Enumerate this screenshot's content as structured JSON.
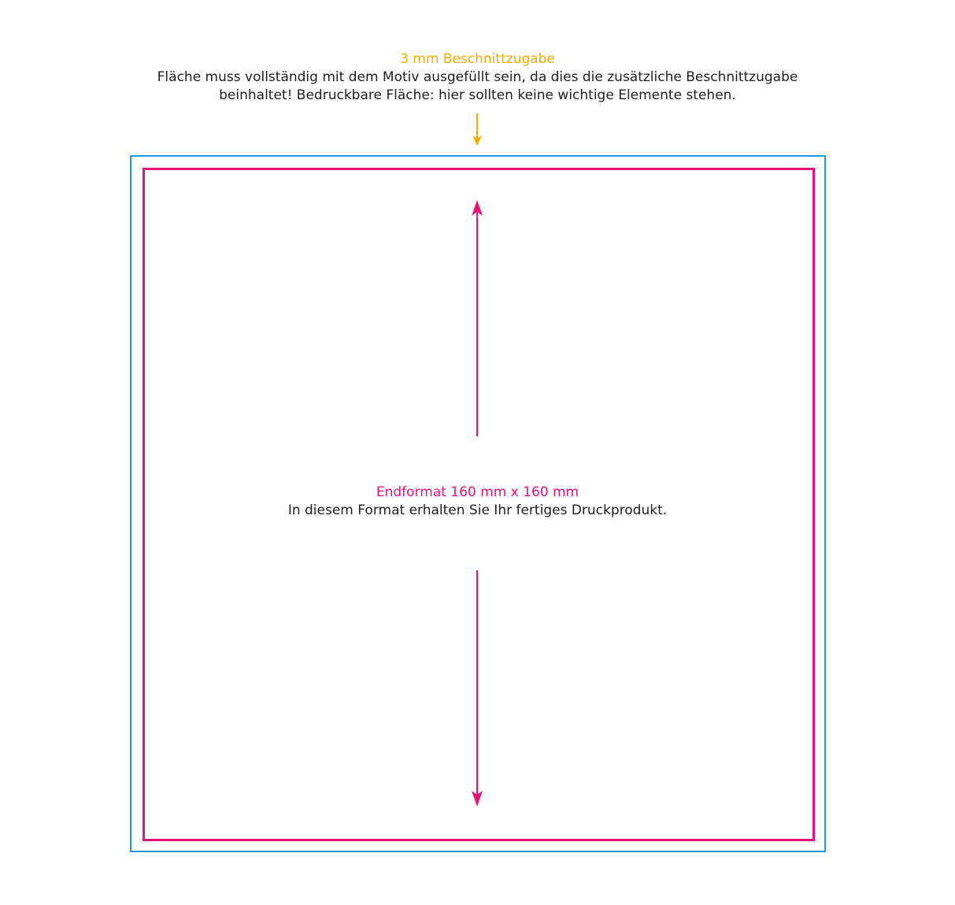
{
  "bleed": {
    "title": "3 mm Beschnittzugabe",
    "description": "Fläche muss vollständig mit dem Motiv ausgefüllt sein, da dies die zusätzliche Beschnittzugabe beinhaltet! Bedruckbare Fläche: hier sollten keine wichtige Elemente stehen.",
    "color": "#f0ad00",
    "border_color": "#1e9ad6"
  },
  "trim": {
    "title": "Endformat 160 mm x 160 mm",
    "description": "In diesem Format erhalten Sie Ihr fertiges Druckprodukt.",
    "color": "#e2137a"
  },
  "icons": {
    "bleed_arrow": "arrow-down-icon",
    "dimension_arrow_up": "arrow-up-icon",
    "dimension_arrow_down": "arrow-down-icon"
  }
}
